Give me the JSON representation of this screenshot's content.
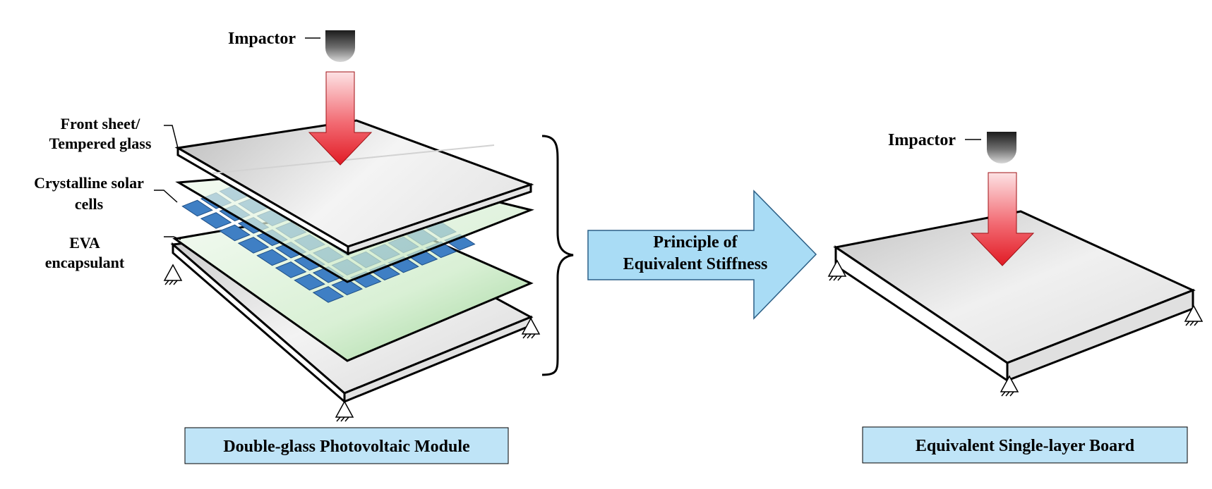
{
  "left": {
    "impactor_label": "Impactor",
    "layers": {
      "front_sheet_line1": "Front sheet/",
      "front_sheet_line2": "Tempered glass",
      "solar_cells_line1": "Crystalline solar",
      "solar_cells_line2": "cells",
      "eva_line1": "EVA",
      "eva_line2": "encapsulant"
    },
    "caption": "Double-glass Photovoltaic Module"
  },
  "center": {
    "arrow_line1": "Principle of",
    "arrow_line2": "Equivalent Stiffness"
  },
  "right": {
    "impactor_label": "Impactor",
    "caption": "Equivalent Single-layer Board"
  },
  "colors": {
    "caption_box_fill": "#bfe4f7",
    "arrow_fill": "#a9dcf5",
    "impact_arrow_top": "#fbd3d6",
    "impact_arrow_bottom": "#e8202a",
    "solar_cell": "#3f7fc4",
    "eva_green": "#c8e8c4",
    "plate_gray": "#d6d6d6"
  }
}
